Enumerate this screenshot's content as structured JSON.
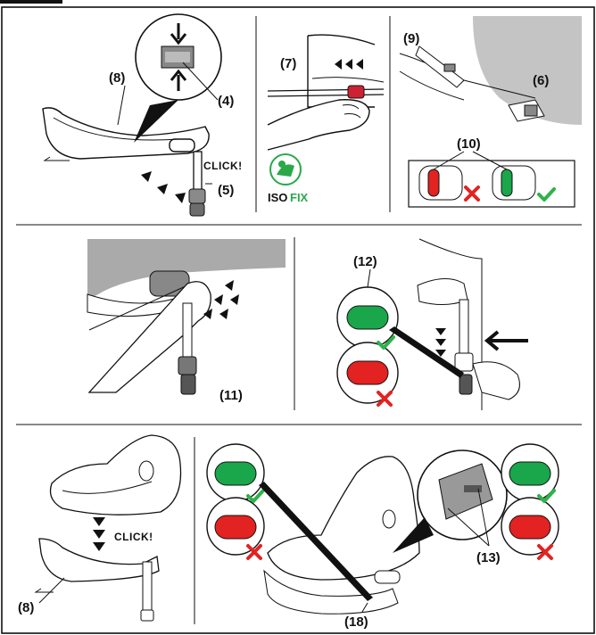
{
  "labels": {
    "l4": "(4)",
    "l5": "(5)",
    "l6": "(6)",
    "l7": "(7)",
    "l8a": "(8)",
    "l8b": "(8)",
    "l9": "(9)",
    "l10": "(10)",
    "l11": "(11)",
    "l12": "(12)",
    "l13": "(13)",
    "l18": "(18)"
  },
  "click_text_1": "CLICK!",
  "click_text_2": "CLICK!",
  "isofix": {
    "part1": "ISO",
    "part2": "FIX"
  },
  "colors": {
    "indicator_ok": "#1aa64a",
    "indicator_bad": "#e32222",
    "check": "#2fb24a",
    "cross": "#e32222",
    "isofix_green": "#2aa84a",
    "frame": "#111111"
  },
  "icons": [
    "check-icon",
    "cross-icon",
    "isofix-logo",
    "arrow-icon"
  ]
}
